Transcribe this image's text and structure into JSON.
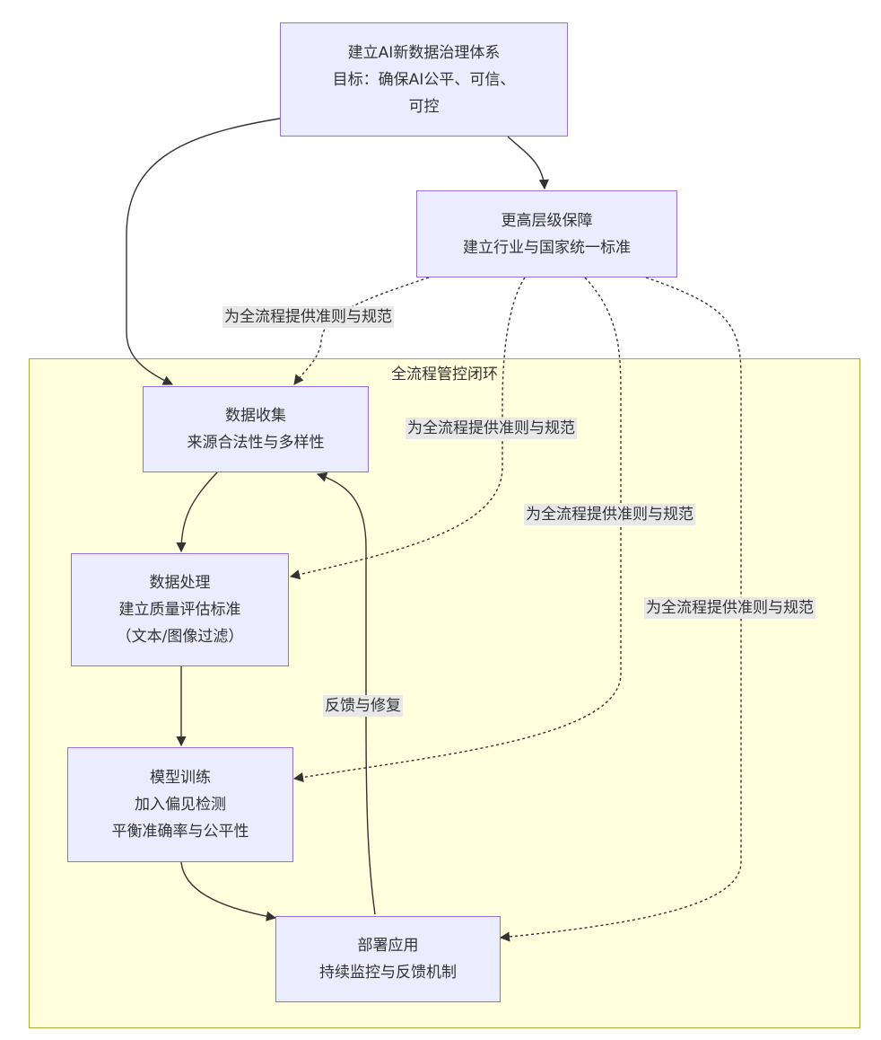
{
  "subgraph": {
    "title": "全流程管控闭环"
  },
  "nodes": {
    "goal": {
      "lines": [
        "建立AI新数据治理体系",
        "目标：确保AI公平、可信、",
        "可控"
      ]
    },
    "guarantee": {
      "lines": [
        "更高层级保障",
        "建立行业与国家统一标准"
      ]
    },
    "collect": {
      "lines": [
        "数据收集",
        "来源合法性与多样性"
      ]
    },
    "process": {
      "lines": [
        "数据处理",
        "建立质量评估标准",
        "（文本/图像过滤）"
      ]
    },
    "train": {
      "lines": [
        "模型训练",
        "加入偏见检测",
        "平衡准确率与公平性"
      ]
    },
    "deploy": {
      "lines": [
        "部署应用",
        "持续监控与反馈机制"
      ]
    }
  },
  "edge_labels": {
    "norms_1": "为全流程提供准则与规范",
    "norms_2": "为全流程提供准则与规范",
    "norms_3": "为全流程提供准则与规范",
    "norms_4": "为全流程提供准则与规范",
    "feedback": "反馈与修复"
  },
  "colors": {
    "node_fill": "#ececff",
    "node_border": "#9370db",
    "cluster_fill": "#ffffde",
    "cluster_border": "#aaaa33",
    "edge": "#333333",
    "label_bg": "#e8e8e8"
  }
}
